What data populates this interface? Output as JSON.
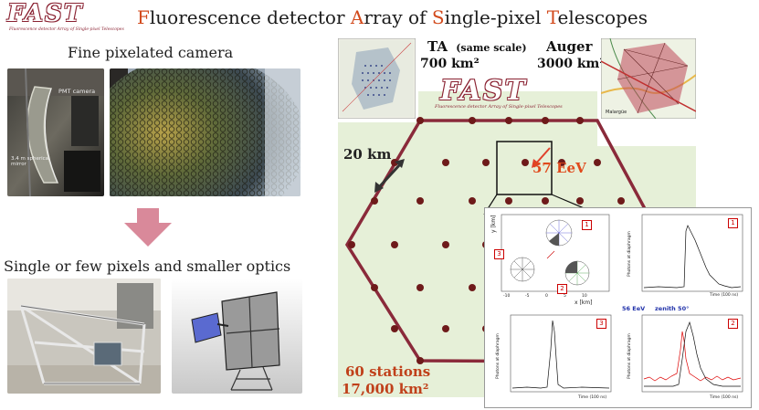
{
  "logo": {
    "text": "FAST",
    "subtitle": "Fluorescence detector Array of Single-pixel Telescopes"
  },
  "title": {
    "parts": [
      {
        "cap": "F",
        "rest": "luorescence detector "
      },
      {
        "cap": "A",
        "rest": "rray of "
      },
      {
        "cap": "S",
        "rest": "ingle-pixel "
      },
      {
        "cap": "T",
        "rest": "elescopes"
      }
    ]
  },
  "left": {
    "caption_top": "Fine pixelated camera",
    "pmt_label": "PMT camera",
    "mirror_label": "3.4 m spherical mirror",
    "caption_bottom": "Single or few pixels and smaller optics"
  },
  "right": {
    "ta_label": "TA",
    "same_scale": "(same scale)",
    "ta_area": "700 km²",
    "auger_label": "Auger",
    "auger_area": "3000 km²",
    "spacing": "20 km",
    "energy": "57 EeV",
    "stations": "60 stations",
    "array_area": "17,000 km²"
  },
  "inset": {
    "event_label": "56 EeV",
    "zenith": "zenith 50°",
    "x_axis": "x [km]",
    "y_axis": "y [km]",
    "photons_axis": "Photons at diaphragm",
    "time_axis": "Time (100 ns)",
    "panel_numbers": [
      "1",
      "2",
      "3",
      "1",
      "3",
      "2"
    ]
  },
  "colors": {
    "accent": "#d24a1c",
    "hexagon": "#8a2a3a",
    "station": "#6e1a1a",
    "field": "#e6f0d8"
  }
}
